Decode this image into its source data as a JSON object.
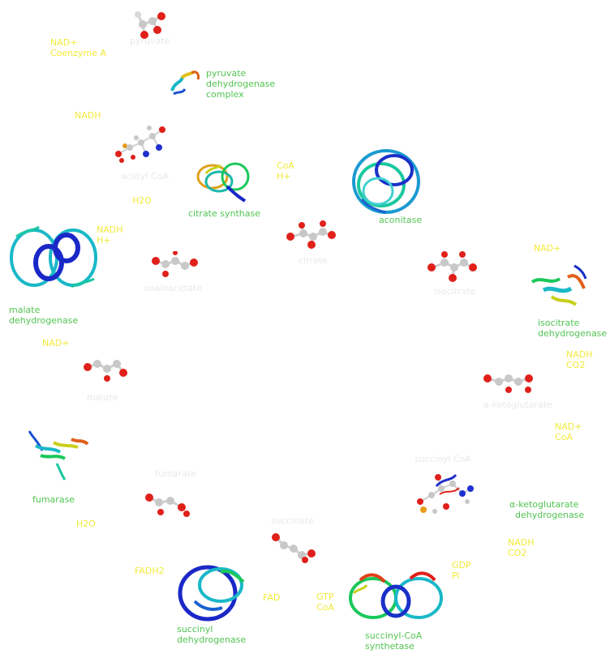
{
  "metabolites": {
    "pyruvate": "pyruvate",
    "acetyl_coa": "acetyl CoA",
    "citrate": "citrate",
    "isocitrate": "isocitrate",
    "a_ketoglutarate": "a-ketoglutarate",
    "succinyl_coa": "succinyl CoA",
    "succinate": "succinate",
    "fumarate": "fumarate",
    "malate": "malate",
    "oxaloacetate": "oxaloacetate"
  },
  "enzymes": {
    "pyruvate_dh": "pyruvate\ndehydrogenase\ncomplex",
    "citrate_synthase": "citrate synthase",
    "aconitase": "aconitase",
    "isocitrate_dh": "isocitrate\ndehydrogenase",
    "akg_dh": "α-ketoglutarate\n  dehydrogenase",
    "succinyl_coa_synthetase": "succinyl-CoA\nsynthetase",
    "succinyl_dh": "succinyl\ndehydrogenase",
    "fumarase": "fumarase",
    "malate_dh": "malate\ndehydrogenase"
  },
  "cofactors": {
    "nad_coa": "NAD+\nCoenzyme A",
    "nadh_1": "NADH",
    "coa_h": "CoA\nH+",
    "h2o_1": "H2O",
    "nadh_h": "NADH\nH+",
    "nad_1": "NAD+",
    "nad_2": "NAD+",
    "nadh_co2_1": "NADH\nCO2",
    "nad_coa_2": "NAD+\nCoA",
    "nadh_co2_2": "NADH\nCO2",
    "gdp_pi": "GDP\nPi",
    "gtp_coa": "GTP\nCoA",
    "fad": "FAD",
    "fadh2": "FADH2",
    "h2o_2": "H2O"
  },
  "colors": {
    "enzyme_label": "#52c452",
    "cofactor_label": "#f2ea3a",
    "metabolite_label": "#e9e9e9",
    "oxygen": "#e0201a",
    "carbon": "#c8c8c8"
  }
}
